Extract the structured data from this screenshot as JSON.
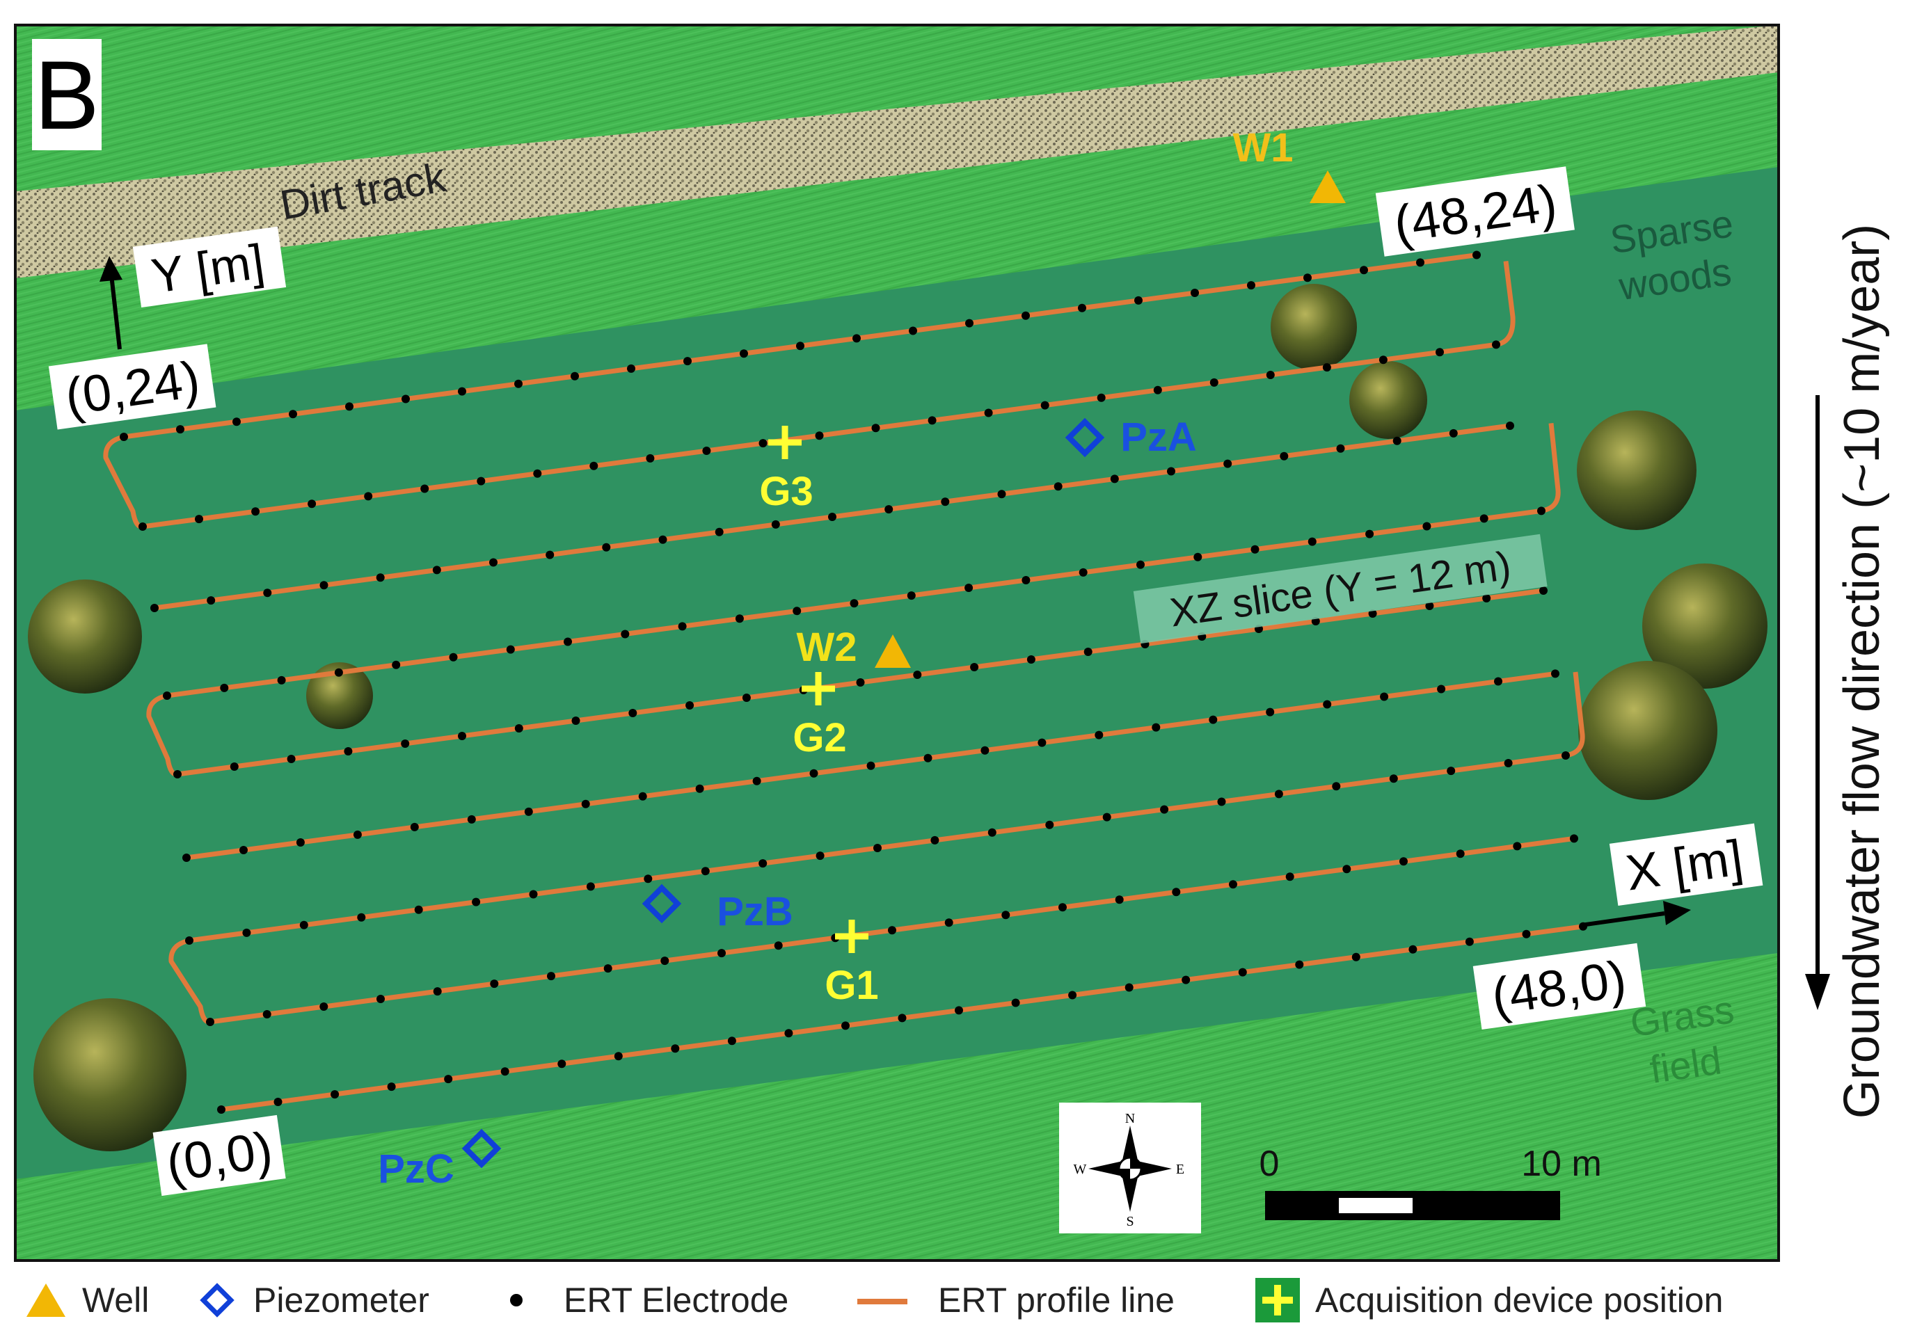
{
  "panel_letter": "B",
  "labels": {
    "dirt_track": "Dirt track",
    "sparse_woods": [
      "Sparse",
      "woods"
    ],
    "grass_field": [
      "Grass",
      "field"
    ],
    "xz_slice": "XZ slice (Y = 12 m)",
    "y_axis": "Y [m]",
    "x_axis": "X [m]",
    "flow_direction": "Groundwater flow direction (~10 m/year)"
  },
  "corners": {
    "origin": "(0,0)",
    "top_left": "(0,24)",
    "top_right": "(48,24)",
    "bottom_right": "(48,0)"
  },
  "wells": [
    {
      "id": "W1",
      "label": "W1"
    },
    {
      "id": "W2",
      "label": "W2"
    }
  ],
  "piezometers": [
    {
      "id": "PzA",
      "label": "PzA"
    },
    {
      "id": "PzB",
      "label": "PzB"
    },
    {
      "id": "PzC",
      "label": "PzC"
    }
  ],
  "devices": [
    {
      "id": "G1",
      "label": "G1"
    },
    {
      "id": "G2",
      "label": "G2"
    },
    {
      "id": "G3",
      "label": "G3"
    }
  ],
  "scale_bar": {
    "start_label": "0",
    "end_label": "10 m"
  },
  "compass": {
    "n": "N",
    "s": "S",
    "e": "E",
    "w": "W"
  },
  "legend": {
    "well": "Well",
    "piezometer": "Piezometer",
    "electrode": "ERT Electrode",
    "profile_line": "ERT profile line",
    "device": "Acquisition device position"
  },
  "colors": {
    "grass": "#3fb44e",
    "woods": "#2e9060",
    "profile_line": "#e07a3c",
    "electrode": "#000000",
    "well": "#f0b400",
    "piezometer": "#1040d8",
    "device": "#ffff33"
  }
}
